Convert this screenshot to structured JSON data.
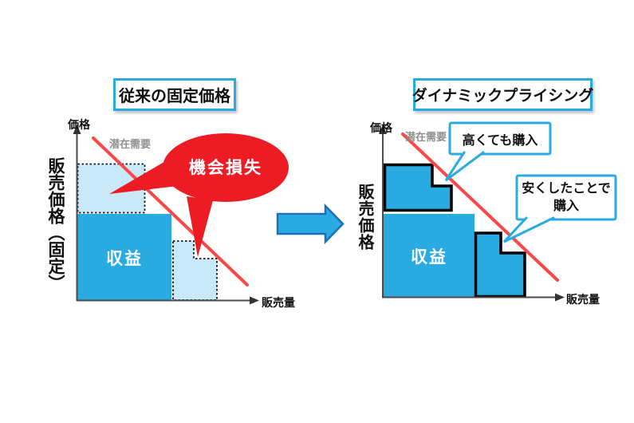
{
  "colors": {
    "accent_blue": "#29ABE2",
    "light_blue": "#C9E9F9",
    "alert_red": "#ED1C24",
    "demand_line_red": "#FB4747",
    "outline_black": "#000000",
    "axis_gray": "#4A4A4A",
    "demand_label_gray": "#8F8F8F",
    "arrow_border_blue": "#1D70B7"
  },
  "left_chart": {
    "title": "従来の固定価格",
    "y_axis_label": "価格",
    "x_axis_label": "販売量",
    "demand_line_label": "潜在需要",
    "price_axis_vertical_label": "販売価格（固定）",
    "revenue_label": "収益",
    "bubble_label": "機会損失"
  },
  "transition": {
    "arrow_direction": "right"
  },
  "right_chart": {
    "title": "ダイナミックプライシング",
    "y_axis_label": "価格",
    "x_axis_label": "販売量",
    "demand_line_label": "潜在需要",
    "price_axis_vertical_label": "販売価格",
    "revenue_label": "収益",
    "callout_high_price": "高くても購入",
    "callout_low_price_line1": "安くしたことで",
    "callout_low_price_line2": "購入"
  }
}
